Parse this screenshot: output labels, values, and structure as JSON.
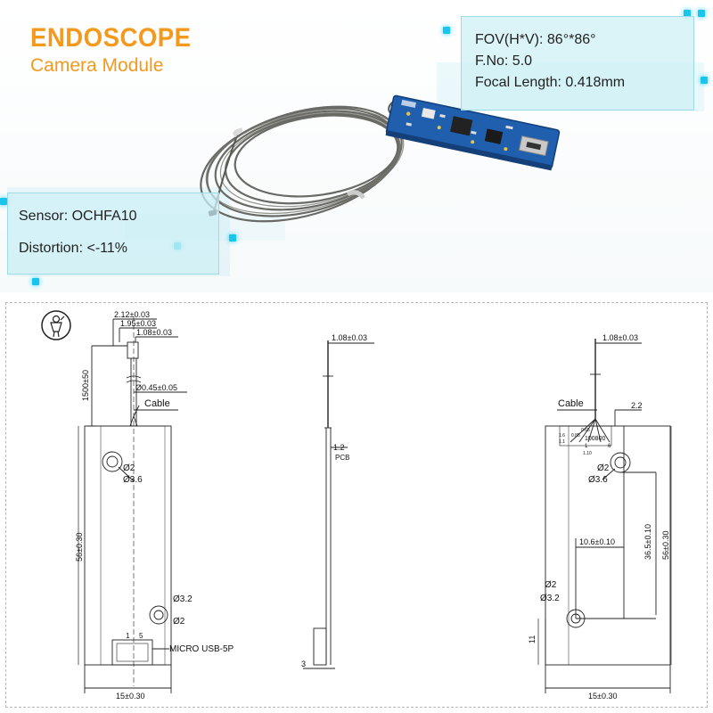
{
  "header": {
    "title_line1": "ENDOSCOPE",
    "title_line2": "Camera Module"
  },
  "specs_top_right": {
    "fov": "FOV(H*V): 86°*86°",
    "fno": "F.No: 5.0",
    "focal": "Focal Length: 0.418mm"
  },
  "specs_left": {
    "sensor": "Sensor: OCHFA10",
    "distortion": "Distortion: <-11%"
  },
  "colors": {
    "title_orange": "#f39a1e",
    "panel_cyan": "#cdf0f6",
    "pcb_blue": "#1f5fae",
    "cable_gray": "#5a5a55"
  },
  "drawing": {
    "icon": "person-reading-icon",
    "front_view": {
      "dim_212": "2.12±0.03",
      "dim_195": "1.95±0.03",
      "dim_108": "1.08±0.03",
      "dim_1500": "1500±50",
      "dim_045": "Ø0.45±0.05",
      "cable": "Cable",
      "hole_d2": "Ø2",
      "hole_d36": "Ø3.6",
      "dim_56": "56±0.30",
      "hole2_d32": "Ø3.2",
      "hole2_d2": "Ø2",
      "pin1": "1",
      "pin5": "5",
      "usb": "MICRO USB-5P",
      "dim_15": "15±0.30"
    },
    "side_view": {
      "dim_108": "1.08±0.03",
      "dim_12": "1.2",
      "pcb": "PCB",
      "dim_3": "3"
    },
    "back_view": {
      "dim_108": "1.08±0.03",
      "cable": "Cable",
      "dim_22": "2.2",
      "small_065": "0.65",
      "small_085": "0.85",
      "small_16": "1.6",
      "small_11": "1.1",
      "small_pins": "100800",
      "small_1": "1",
      "small_6": "6",
      "small_110": "1.10",
      "hole_d2": "Ø2",
      "hole_d36": "Ø3.6",
      "dim_106": "10.6±0.10",
      "dim_365": "36.5±0.10",
      "dim_56": "56±0.30",
      "hole2_d2": "Ø2",
      "hole2_d32": "Ø3.2",
      "dim_11": "11",
      "dim_15": "15±0.30"
    }
  }
}
